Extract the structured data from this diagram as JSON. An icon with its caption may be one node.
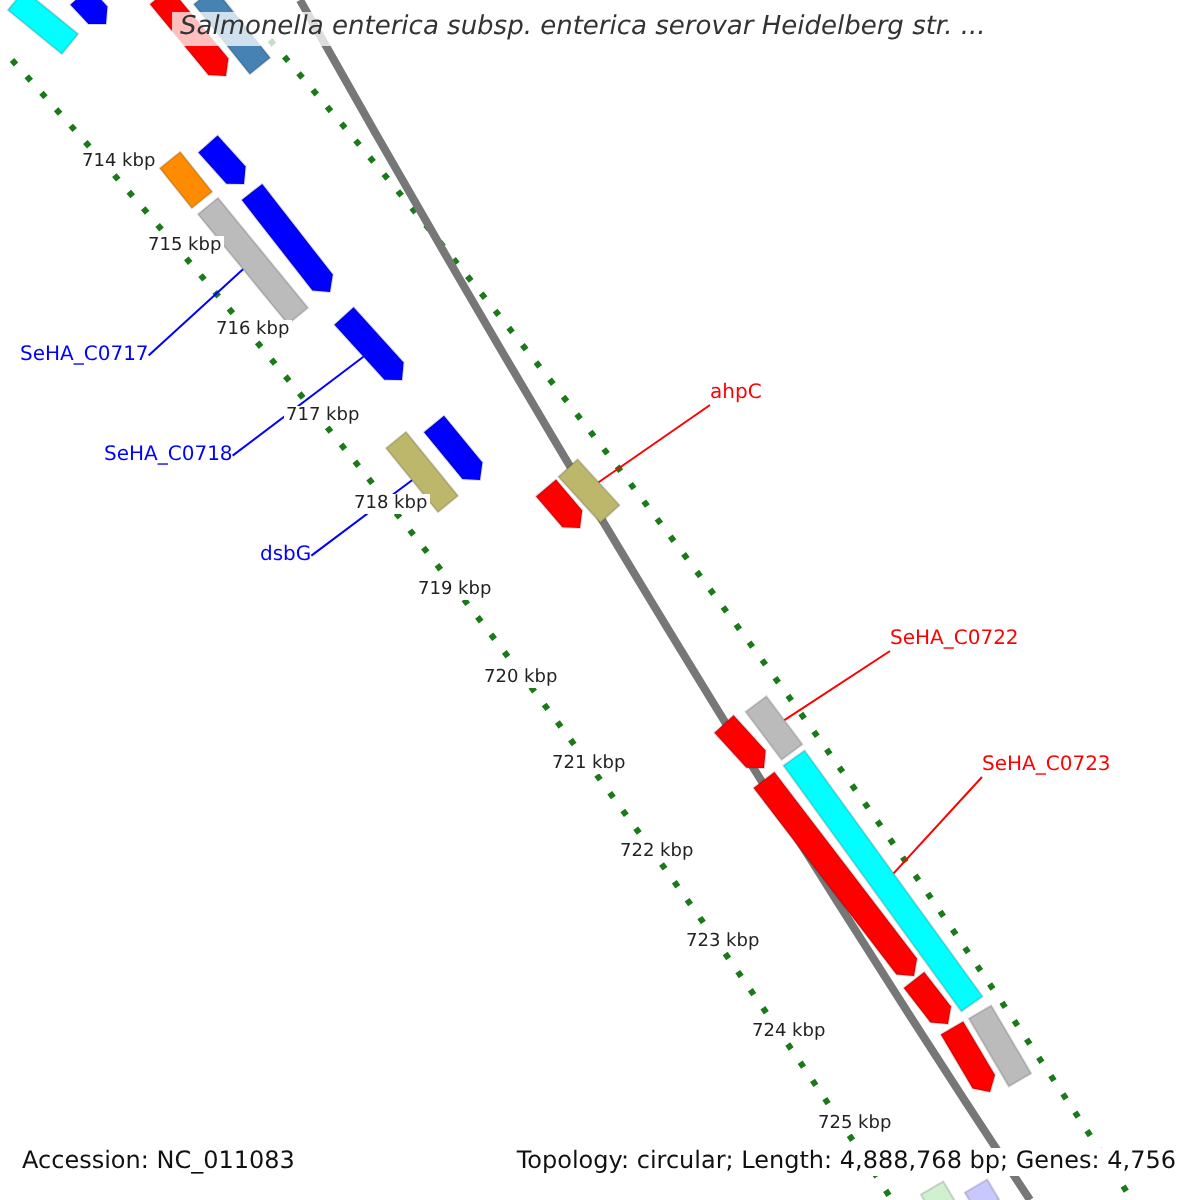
{
  "diagram": {
    "title": "Salmonella enterica subsp. enterica serovar Heidelberg str. ...",
    "nodes": [
      {
        "text": [
          "SeHA_C0717"
        ]
      },
      {
        "text": [
          "SeHA_C0718"
        ]
      },
      {
        "text": [
          "dsbG"
        ]
      },
      {
        "text": [
          "ahpC"
        ]
      },
      {
        "text": [
          "SeHA_C0722"
        ]
      },
      {
        "text": [
          "SeHA_C0723"
        ]
      },
      {
        "text": [],
        "shape": "bar"
      },
      {
        "text": [],
        "shape": "bar"
      },
      {
        "text": [],
        "shape": "bar"
      },
      {
        "text": [],
        "shape": "bar"
      },
      {
        "text": [],
        "shape": "bar"
      },
      {
        "text": [],
        "shape": "bar"
      },
      {
        "text": [],
        "shape": "bar"
      },
      {
        "text": [],
        "shape": "bar"
      },
      {
        "text": [],
        "shape": "bar"
      },
      {
        "text": [],
        "shape": "bar"
      },
      {
        "text": [],
        "shape": "bar"
      },
      {
        "text": [],
        "shape": "bar"
      },
      {
        "text": [],
        "shape": "bar"
      },
      {
        "text": [],
        "shape": "bar"
      },
      {
        "text": [],
        "shape": "bar"
      },
      {
        "text": [],
        "shape": "bar"
      },
      {
        "text": [],
        "shape": "bar"
      },
      {
        "text": [],
        "shape": "bar"
      },
      {
        "text": [],
        "shape": "bar"
      },
      {
        "text": [],
        "shape": "bar"
      },
      {
        "text": [],
        "shape": "bar"
      },
      {
        "text": [],
        "shape": "bar"
      }
    ],
    "edges": [
      {
        "from": 0,
        "to": 6,
        "arrow": "none",
        "color": "#0000ff"
      },
      {
        "from": 1,
        "to": 7,
        "arrow": "none",
        "color": "#0000ff"
      },
      {
        "from": 2,
        "to": 8,
        "arrow": "none",
        "color": "#0000ff"
      },
      {
        "from": 3,
        "to": 9,
        "arrow": "none",
        "color": "#ff0000"
      },
      {
        "from": 4,
        "to": 10,
        "arrow": "none",
        "color": "#ff0000"
      },
      {
        "from": 5,
        "to": 11,
        "arrow": "none",
        "color": "#ff0000"
      }
    ],
    "labels": [
      "714 kbp",
      "715 kbp",
      "716 kbp",
      "717 kbp",
      "718 kbp",
      "719 kbp",
      "720 kbp",
      "721 kbp",
      "722 kbp",
      "723 kbp",
      "724 kbp",
      "725 kbp",
      "Accession: NC_011083",
      "Topology: circular; Length: 4,888,768 bp; Genes: 4,756"
    ]
  }
}
